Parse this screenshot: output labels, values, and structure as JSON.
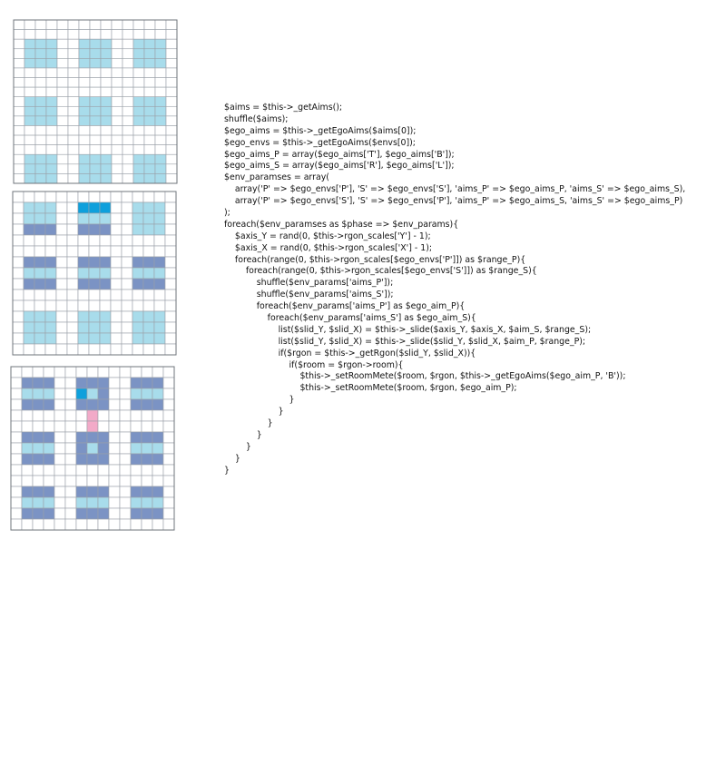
{
  "colors": {
    "empty": "#ffffff",
    "gridline": "#9aa0a8",
    "frame": "#6f747b",
    "light_blue": "#a8dceb",
    "steel_blue": "#7b93c4",
    "bright_blue": "#0ea0dc",
    "pink": "#f2aac8"
  },
  "legend_codes": {
    ".": "empty",
    "L": "light_blue",
    "S": "steel_blue",
    "B": "bright_blue",
    "P": "pink"
  },
  "grids": [
    {
      "name": "grid-initial",
      "rows": [
        "...............",
        "...............",
        ".LLL..LLL..LLL.",
        ".LLL..LLL..LLL.",
        ".LLL..LLL..LLL.",
        "...............",
        "...............",
        "...............",
        ".LLL..LLL..LLL.",
        ".LLL..LLL..LLL.",
        ".LLL..LLL..LLL.",
        "...............",
        "...............",
        "...............",
        ".LLL..LLL..LLL.",
        ".LLL..LLL..LLL.",
        ".LLL..LLL..LLL."
      ]
    },
    {
      "name": "grid-phase-one",
      "rows": [
        "...............",
        ".LLL..BBB..LLL.",
        ".LLL..LLL..LLL.",
        ".SSS..SSS..LLL.",
        "...............",
        "...............",
        ".SSS..SSS..SSS.",
        ".LLL..LLL..LLL.",
        ".SSS..SSS..SSS.",
        "...............",
        "...............",
        ".LLL..LLL..LLL.",
        ".LLL..LLL..LLL.",
        ".LLL..LLL..LLL.",
        "..............."
      ]
    },
    {
      "name": "grid-phase-two",
      "rows": [
        "...............",
        ".SSS..SSS..SSS.",
        ".LLL..BLS..LLL.",
        ".SSS..SSS..SSS.",
        ".......P.......",
        ".......P.......",
        ".SSS..SSS..SSS.",
        ".LLL..SLS..LLL.",
        ".SSS..SSS..SSS.",
        "...............",
        "...............",
        ".SSS..SSS..SSS.",
        ".LLL..LLL..LLL.",
        ".SSS..SSS..SSS.",
        "..............."
      ]
    }
  ],
  "code_lines": [
    "$aims = $this->_getAims();",
    "shuffle($aims);",
    "$ego_aims = $this->_getEgoAims($aims[0]);",
    "$ego_envs = $this->_getEgoAims($envs[0]);",
    "$ego_aims_P = array($ego_aims['T'], $ego_aims['B']);",
    "$ego_aims_S = array($ego_aims['R'], $ego_aims['L']);",
    "$env_paramses = array(",
    "    array('P' => $ego_envs['P'], 'S' => $ego_envs['S'], 'aims_P' => $ego_aims_P, 'aims_S' => $ego_aims_S),",
    "    array('P' => $ego_envs['S'], 'S' => $ego_envs['P'], 'aims_P' => $ego_aims_S, 'aims_S' => $ego_aims_P)",
    ");",
    "foreach($env_paramses as $phase => $env_params){",
    "    $axis_Y = rand(0, $this->rgon_scales['Y'] - 1);",
    "    $axis_X = rand(0, $this->rgon_scales['X'] - 1);",
    "    foreach(range(0, $this->rgon_scales[$ego_envs['P']]) as $range_P){",
    "        foreach(range(0, $this->rgon_scales[$ego_envs['S']]) as $range_S){",
    "            shuffle($env_params['aims_P']);",
    "            shuffle($env_params['aims_S']);",
    "            foreach($env_params['aims_P'] as $ego_aim_P){",
    "                foreach($env_params['aims_S'] as $ego_aim_S){",
    "                    list($slid_Y, $slid_X) = $this->_slide($axis_Y, $axis_X, $aim_S, $range_S);",
    "                    list($slid_Y, $slid_X) = $this->_slide($slid_Y, $slid_X, $aim_P, $range_P);",
    "                    if($rgon = $this->_getRgon($slid_Y, $slid_X)){",
    "                        if($room = $rgon->room){",
    "                            $this->_setRoomMete($room, $rgon, $this->_getEgoAims($ego_aim_P, 'B'));",
    "                            $this->_setRoomMete($room, $rgon, $ego_aim_P);",
    "                        }",
    "                    }",
    "                }",
    "            }",
    "        }",
    "    }",
    "}"
  ]
}
